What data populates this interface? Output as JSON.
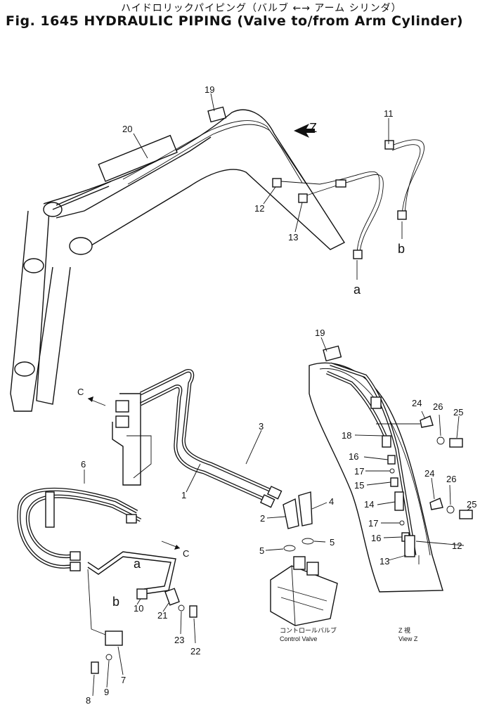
{
  "header": {
    "jp_title": "ハイドロリックパイピング（バルブ ←→ アーム シリンダ）",
    "en_title": "Fig. 1645 HYDRAULIC PIPING (Valve to/from Arm Cylinder)"
  },
  "callouts": {
    "p1": "1",
    "p2": "2",
    "p3": "3",
    "p4": "4",
    "p5a": "5",
    "p5b": "5",
    "p6": "6",
    "p7": "7",
    "p8": "8",
    "p9": "9",
    "p10": "10",
    "p11": "11",
    "p12a": "12",
    "p12b": "12",
    "p13a": "13",
    "p13b": "13",
    "p14": "14",
    "p15": "15",
    "p16a": "16",
    "p16b": "16",
    "p17a": "17",
    "p17b": "17",
    "p18": "18",
    "p19a": "19",
    "p19b": "19",
    "p20": "20",
    "p21": "21",
    "p22": "22",
    "p23": "23",
    "p24a": "24",
    "p24b": "24",
    "p25a": "25",
    "p25b": "25",
    "p26a": "26",
    "p26b": "26"
  },
  "markers": {
    "z": "Z",
    "a_top": "a",
    "b_top": "b",
    "a_low": "a",
    "b_low": "b",
    "c_left": "C",
    "c_right": "C"
  },
  "captions": {
    "control_valve_jp": "コントロールバルブ",
    "control_valve_en": "Control Valve",
    "view_z_jp": "Z 視",
    "view_z_en": "View Z"
  }
}
